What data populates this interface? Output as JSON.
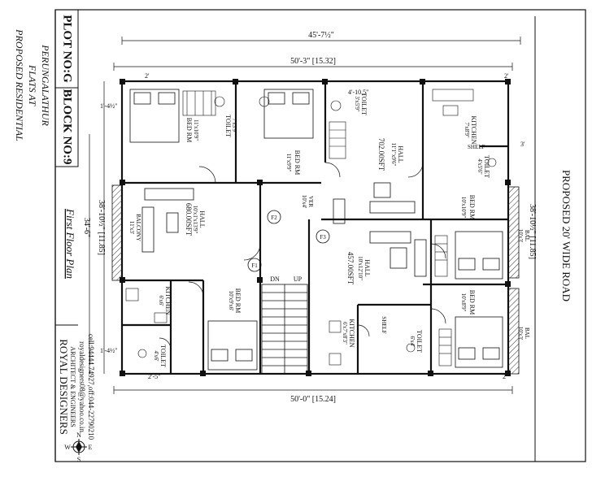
{
  "title_block": {
    "project": [
      "PROPOSED RESIDENTIAL",
      "FLATS AT",
      "PERUNGALATHUR"
    ],
    "plot": "PLOT NO:G",
    "block": "BLOCK NO:9",
    "sheet_title": "First Floor Plan",
    "firm": "ROYAL DESIGNERS",
    "firm_sub": "ARCHITECT & ENGINEERS",
    "email": "royaldesigners08@yahoo.co.in",
    "phone": "cell:94444 74927,off:044-22790210"
  },
  "road": "PROPOSED 20' WIDE ROAD",
  "dimensions": {
    "top_overall": "45'-7½\"",
    "top_inner": "50'-3\" [15.32]",
    "bottom": "50'-0\" [15.24]",
    "left_depth": "38'-10½\" [11.85]",
    "left_outer": "34'-6\"",
    "right_depth": "38'-10½\" [11.85]",
    "offset_a": "2'",
    "offset_b": "1'-4½\"",
    "offset_c": "1'-4½\"",
    "offset_d": "2'-5\"",
    "offset_e": "4'-10.5\"",
    "offset_f": "3'",
    "offset_g": "2'",
    "offset_h": "2'"
  },
  "rooms": [
    {
      "name": "BED RM",
      "size": "11'x10'9\""
    },
    {
      "name": "TOILET",
      "size": "7'x3'9\""
    },
    {
      "name": "BED RM",
      "size": "11'x9'9\""
    },
    {
      "name": "TOILET",
      "size": "3'x5'9\""
    },
    {
      "name": "HALL",
      "size": "11'1\"x9'6\""
    },
    {
      "name": "702.00SFT",
      "size": ""
    },
    {
      "name": "KITCHEN",
      "size": "7'x8'9\""
    },
    {
      "name": "SHELF",
      "size": ""
    },
    {
      "name": "TOILET",
      "size": "4'x5'6\""
    },
    {
      "name": "BED RM",
      "size": "10'x10'9\""
    },
    {
      "name": "BAL",
      "size": "10'x3'"
    },
    {
      "name": "HALL",
      "size": "10'x1'x13'9\""
    },
    {
      "name": "680.00SFT",
      "size": ""
    },
    {
      "name": "BALCONY",
      "size": "11'x3'"
    },
    {
      "name": "VER",
      "size": "10'x4'"
    },
    {
      "name": "HALL",
      "size": "10'x12'10\""
    },
    {
      "name": "457.00SFT",
      "size": ""
    },
    {
      "name": "KITCHEN",
      "size": "6'x6'"
    },
    {
      "name": "BED RM",
      "size": "10'x9'x6'"
    },
    {
      "name": "TOILET",
      "size": "4'x6'"
    },
    {
      "name": "KITCHEN",
      "size": "6'x7'x8'3\""
    },
    {
      "name": "SHELF",
      "size": ""
    },
    {
      "name": "TOILET",
      "size": "6'x4'"
    },
    {
      "name": "BED RM",
      "size": "10'x8'9\""
    },
    {
      "name": "BAL",
      "size": "10'x3'"
    }
  ],
  "stair": {
    "down": "DN",
    "up": "UP"
  },
  "markers": [
    "F2",
    "F3",
    "F1"
  ],
  "compass": {
    "n": "N",
    "s": "S",
    "e": "E",
    "w": "W"
  }
}
